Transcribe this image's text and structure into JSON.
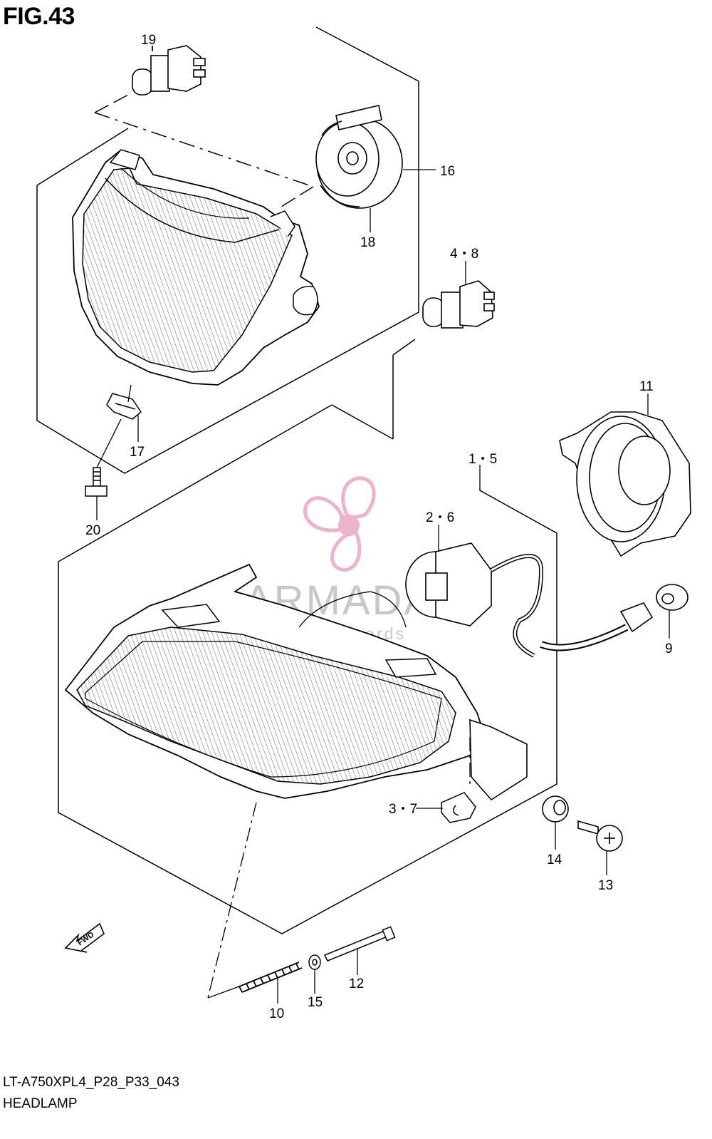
{
  "figure_title": "FIG.43",
  "model_code": "LT-A750XPL4_P28_P33_043",
  "section_name": "HEADLAMP",
  "watermark": {
    "name": "ARMADA",
    "tagline": "marine outboards",
    "logo_color": "#e8a6c8"
  },
  "fwd_label": "FWD",
  "callouts": {
    "c19": "19",
    "c16": "16",
    "c18": "18",
    "c4_8": "4・8",
    "c11": "11",
    "c1_5": "1・5",
    "c17": "17",
    "c20": "20",
    "c2_6": "2・6",
    "c9": "9",
    "c3_7": "3・7",
    "c14": "14",
    "c13": "13",
    "c12": "12",
    "c15": "15",
    "c10": "10"
  },
  "colors": {
    "line": "#000000",
    "hatch": "#555555"
  }
}
